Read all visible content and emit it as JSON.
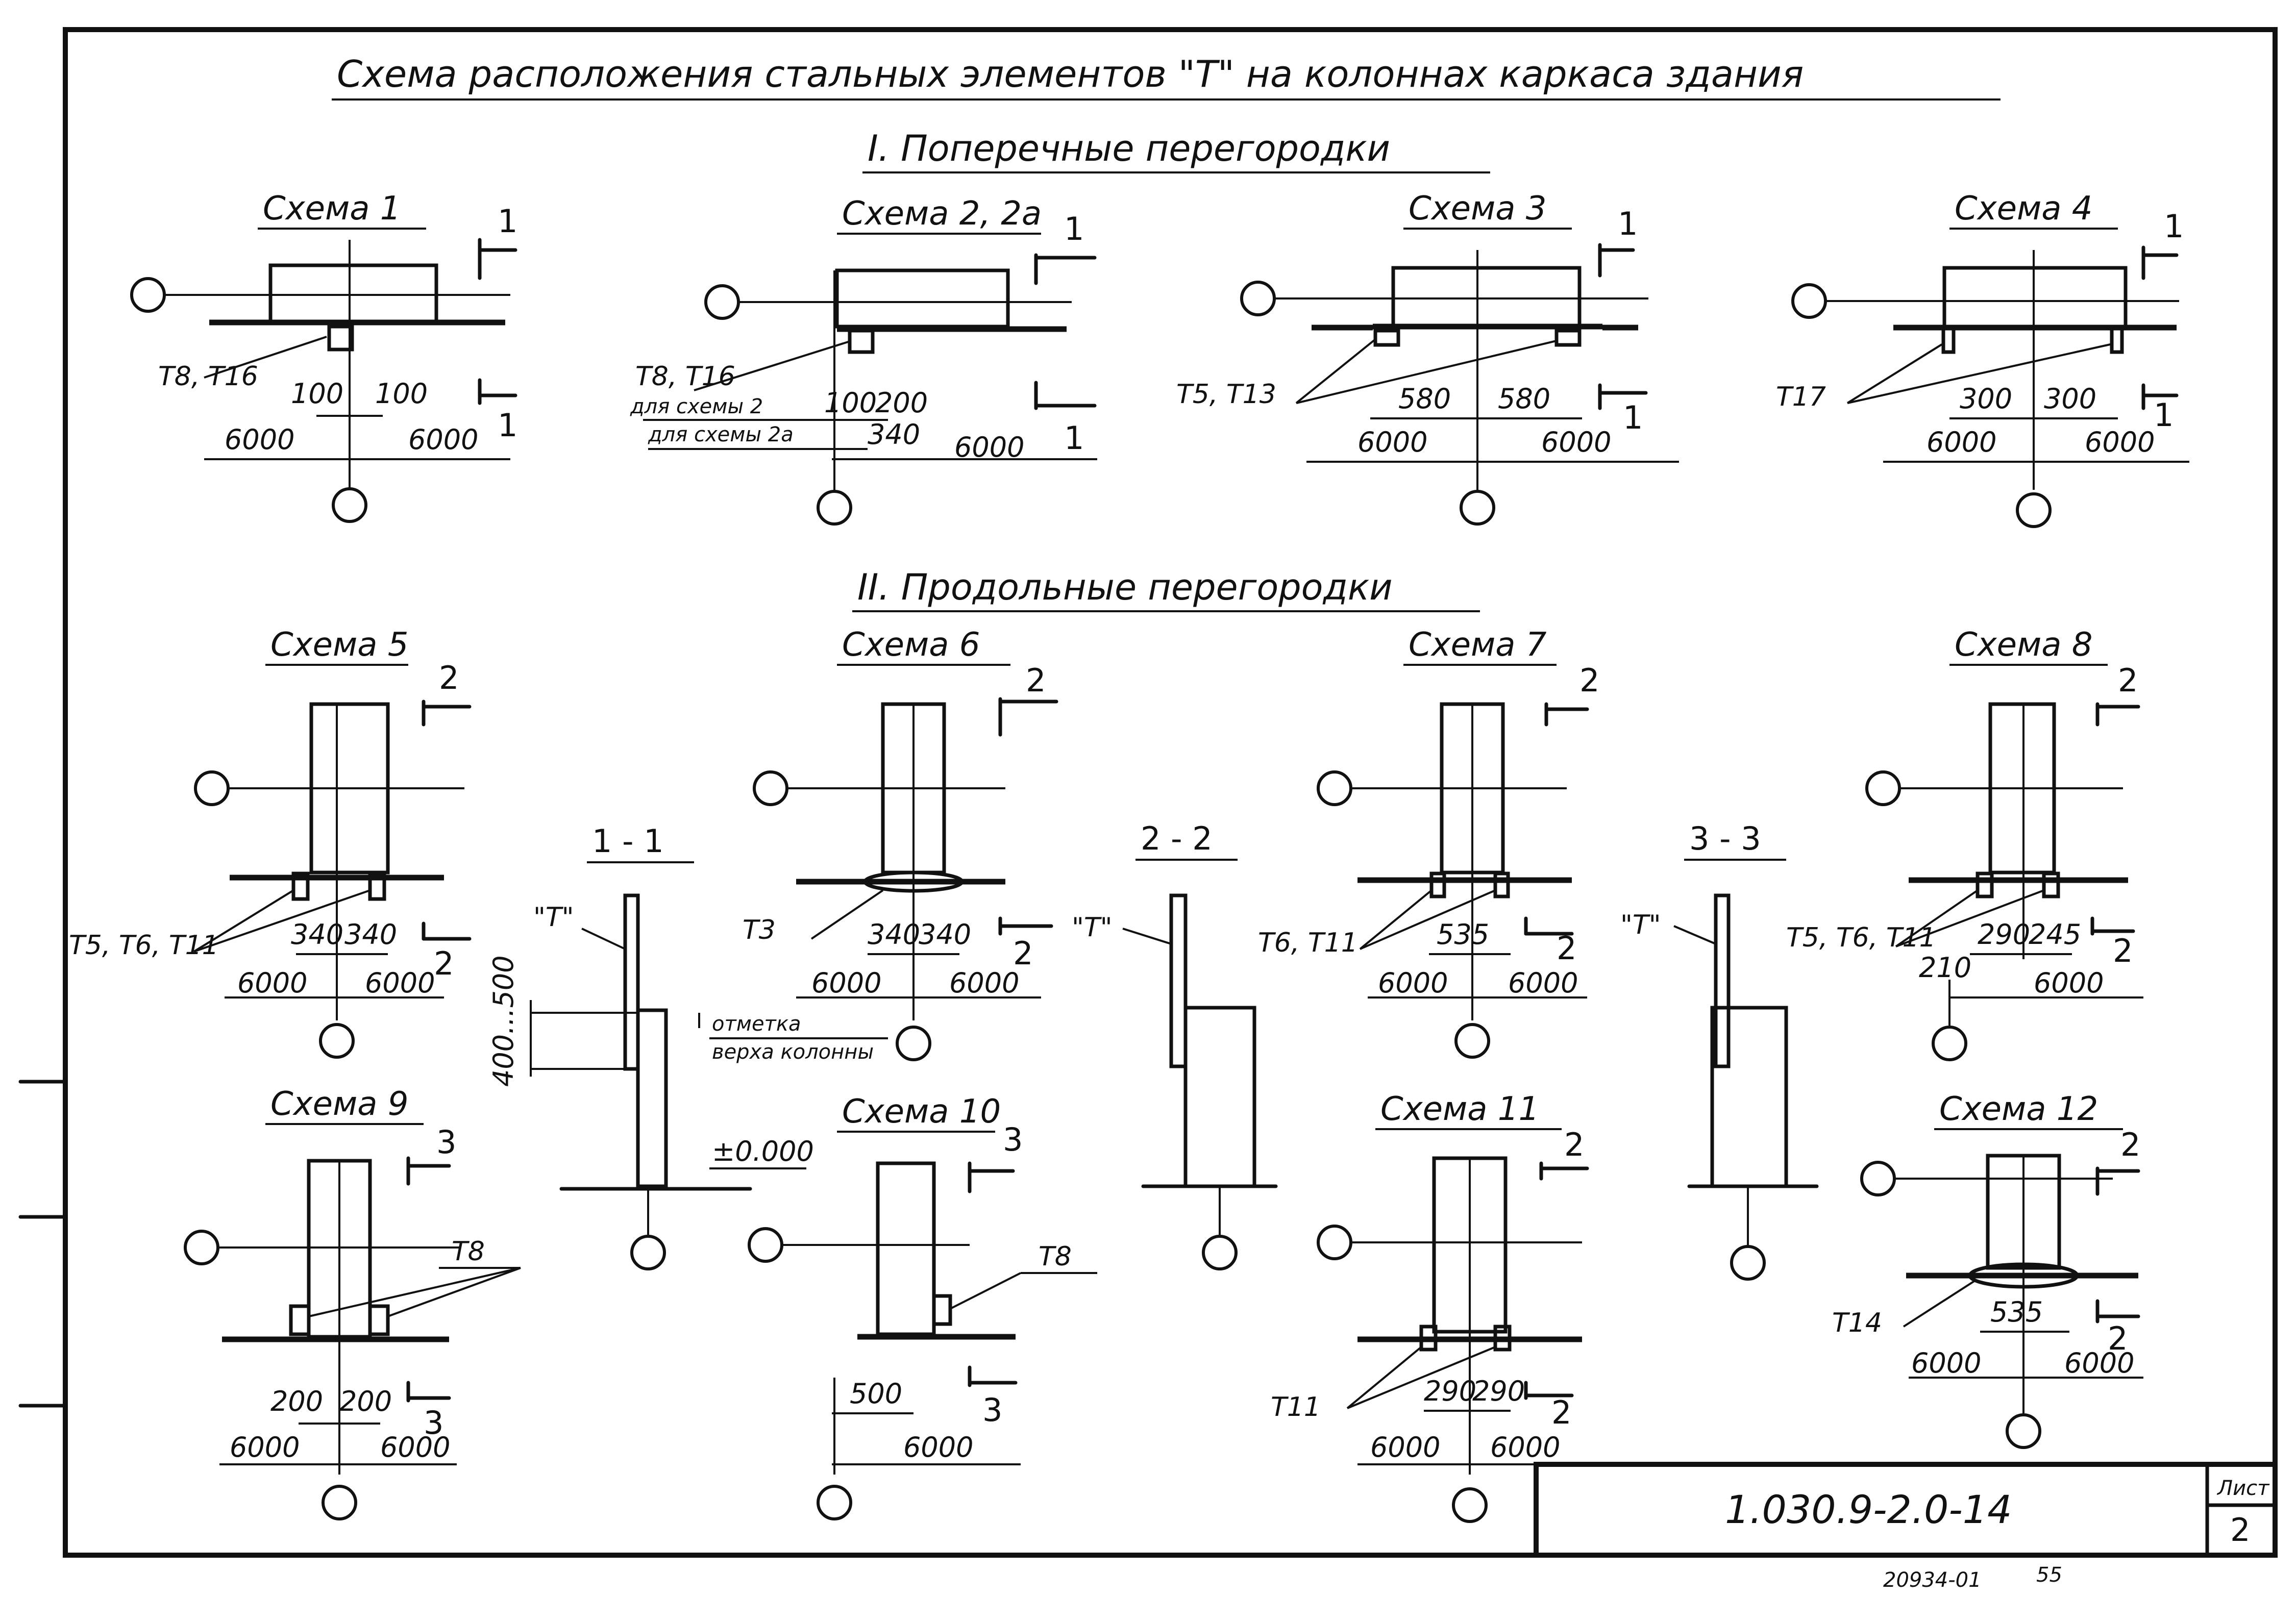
{
  "title": "Схема расположения стальных элементов \"Т\" на колоннах каркаса здания",
  "section1_title": "I. Поперечные перегородки",
  "section2_title": "II. Продольные перегородки",
  "schemes": {
    "s1": {
      "title": "Схема 1",
      "label": "Т8, Т16",
      "dims": [
        "100",
        "100"
      ],
      "spans": [
        "6000",
        "6000"
      ],
      "sec": "1"
    },
    "s2": {
      "title": "Схема 2, 2а",
      "label": "Т8, Т16",
      "note_a": "для схемы 2",
      "note_b": "для схемы 2а",
      "dims": [
        "100",
        "200",
        "340"
      ],
      "spans": [
        "6000"
      ],
      "sec": "1"
    },
    "s3": {
      "title": "Схема 3",
      "label": "Т5, Т13",
      "dims": [
        "580",
        "580"
      ],
      "spans": [
        "6000",
        "6000"
      ],
      "sec": "1"
    },
    "s4": {
      "title": "Схема 4",
      "label": "Т17",
      "dims": [
        "300",
        "300"
      ],
      "spans": [
        "6000",
        "6000"
      ],
      "sec": "1"
    },
    "s5": {
      "title": "Схема 5",
      "label": "Т5, Т6, Т11",
      "dims": [
        "340",
        "340"
      ],
      "spans": [
        "6000",
        "6000"
      ],
      "sec": "2"
    },
    "s6": {
      "title": "Схема 6",
      "label": "Т3",
      "dims": [
        "340",
        "340"
      ],
      "spans": [
        "6000",
        "6000"
      ],
      "sec": "2"
    },
    "s7": {
      "title": "Схема 7",
      "label": "Т6, Т11",
      "dims": [
        "535"
      ],
      "spans": [
        "6000",
        "6000"
      ],
      "sec": "2"
    },
    "s8": {
      "title": "Схема 8",
      "label": "Т5, Т6, Т11",
      "dims": [
        "290",
        "245",
        "210"
      ],
      "spans": [
        "6000"
      ],
      "sec": "2"
    },
    "s9": {
      "title": "Схема 9",
      "label": "Т8",
      "dims": [
        "200",
        "200"
      ],
      "spans": [
        "6000",
        "6000"
      ],
      "sec": "3"
    },
    "s10": {
      "title": "Схема 10",
      "label": "Т8",
      "dims": [
        "500"
      ],
      "spans": [
        "6000"
      ],
      "sec": "3"
    },
    "s11": {
      "title": "Схема 11",
      "label": "Т11",
      "dims": [
        "290",
        "290"
      ],
      "spans": [
        "6000",
        "6000"
      ],
      "sec": "2"
    },
    "s12": {
      "title": "Схема 12",
      "label": "Т14",
      "dims": [
        "535"
      ],
      "spans": [
        "6000",
        "6000"
      ],
      "sec": "2"
    }
  },
  "sections": {
    "sec11": {
      "title": "1 - 1",
      "label": "\"Т\"",
      "height": "400...500",
      "mark_a": "отметка",
      "mark_b": "верха колонны",
      "zero": "±0.000"
    },
    "sec22": {
      "title": "2 - 2",
      "label": "\"Т\""
    },
    "sec33": {
      "title": "3 - 3",
      "label": "\"Т\""
    }
  },
  "stamp": {
    "code": "1.030.9-2.0-14",
    "sheet_label": "Лист",
    "sheet_no": "2"
  },
  "footer": {
    "inventory": "20934-01",
    "page": "55"
  }
}
